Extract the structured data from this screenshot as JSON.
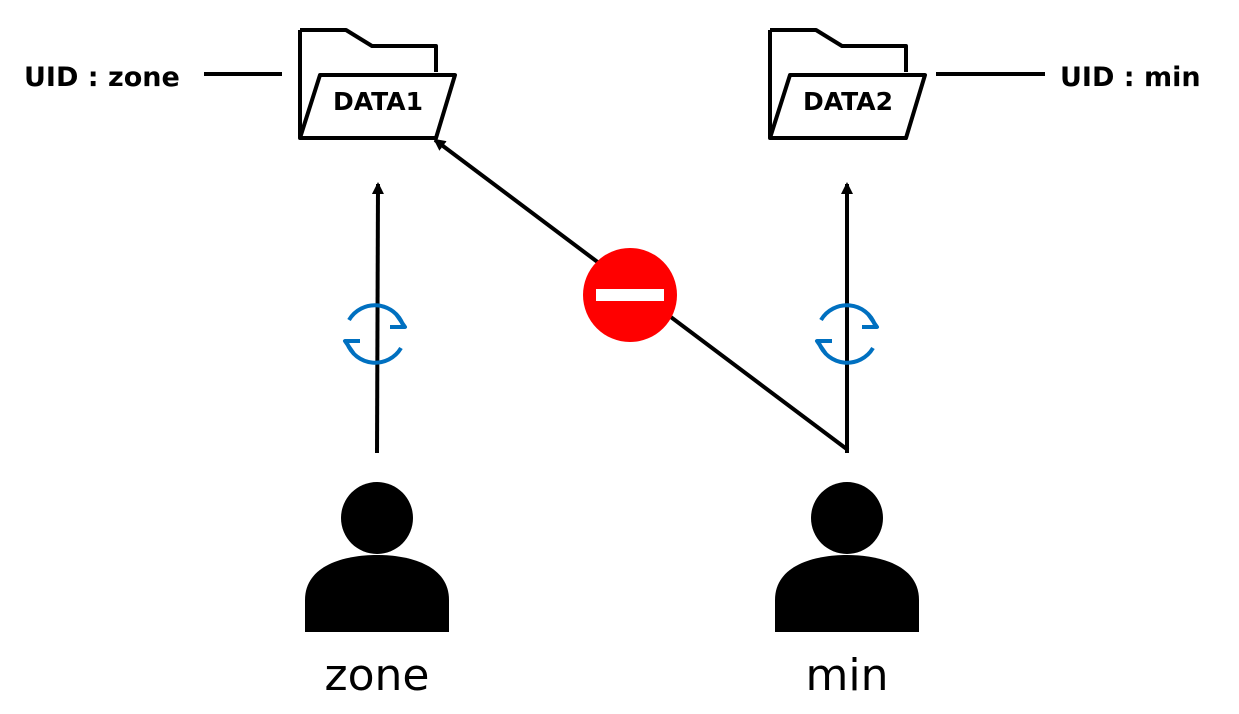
{
  "owners": [
    {
      "uid_label": "UID : zone",
      "folder_label": "DATA1",
      "user_name": "zone"
    },
    {
      "uid_label": "UID : min",
      "folder_label": "DATA2",
      "user_name": "min"
    }
  ],
  "colors": {
    "line": "#000000",
    "sync": "#0070c0",
    "deny": "#ff0000",
    "deny_bar": "#ffffff"
  },
  "icons": {
    "folder": "folder-icon",
    "sync": "sync-icon",
    "deny": "no-entry-icon",
    "user": "person-icon"
  }
}
